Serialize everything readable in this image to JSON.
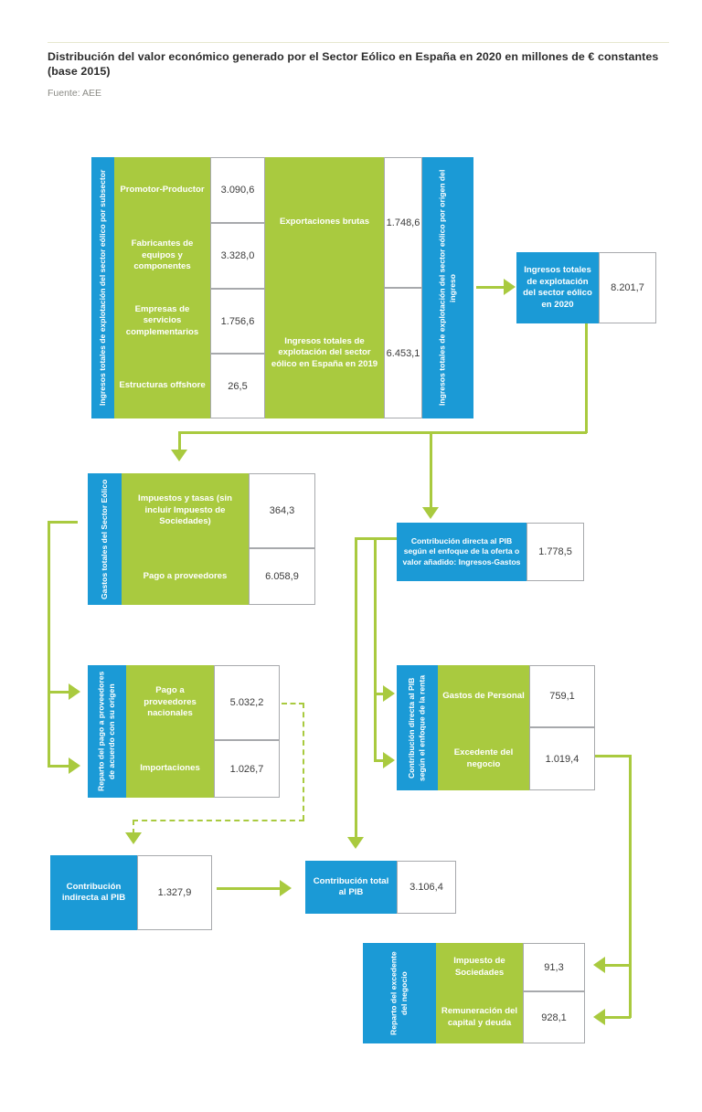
{
  "header": {
    "title": "Distribución del valor económico generado por el Sector Eólico en España en 2020 en millones de € constantes (base 2015)",
    "source": "Fuente: AEE"
  },
  "colors": {
    "blue": "#1B9AD6",
    "green": "#A9CA3F",
    "white": "#FFFFFF",
    "border": "#A7A9AC",
    "text_dark": "#2B2B2B",
    "text_muted": "#8A8A85"
  },
  "blocks": {
    "ingresos_subsector": {
      "label": "Ingresos totales de explotación del sector eólico por subsector",
      "rows": [
        {
          "name": "Promotor-Productor",
          "value": "3.090,6"
        },
        {
          "name": "Fabricantes de equipos y componentes",
          "value": "3.328,0"
        },
        {
          "name": "Empresas de servicios complementarios",
          "value": "1.756,6"
        },
        {
          "name": "Estructuras offshore",
          "value": "26,5"
        }
      ]
    },
    "ingresos_origen": {
      "label": "Ingresos totales de explotación del sector eólico por origen del ingreso",
      "rows": [
        {
          "name": "Exportaciones brutas",
          "value": "1.748,6"
        },
        {
          "name": "Ingresos totales de explotación del sector eólico en España en 2019",
          "value": "6.453,1"
        }
      ]
    },
    "ingresos_2020": {
      "label": "Ingresos totales de explotación del sector eólico en 2020",
      "value": "8.201,7"
    },
    "gastos_totales": {
      "label": "Gastos totales del Sector Eólico",
      "rows": [
        {
          "name": "Impuestos y tasas (sin incluir Impuesto de Sociedades)",
          "value": "364,3"
        },
        {
          "name": "Pago a proveedores",
          "value": "6.058,9"
        }
      ]
    },
    "contribucion_directa_oferta": {
      "label": "Contribución directa al PIB según el enfoque de la oferta o valor añadido: Ingresos-Gastos",
      "value": "1.778,5"
    },
    "reparto_pago_proveedores": {
      "label": "Reparto del pago a proveedores de acuerdo con su origen",
      "rows": [
        {
          "name": "Pago a proveedores nacionales",
          "value": "5.032,2"
        },
        {
          "name": "Importaciones",
          "value": "1.026,7"
        }
      ]
    },
    "contribucion_directa_renta": {
      "label": "Contribución directa al PIB según el enfoque de la renta",
      "rows": [
        {
          "name": "Gastos de Personal",
          "value": "759,1"
        },
        {
          "name": "Excedente del negocio",
          "value": "1.019,4"
        }
      ]
    },
    "contribucion_indirecta": {
      "label": "Contribución indirecta al PIB",
      "value": "1.327,9"
    },
    "contribucion_total": {
      "label": "Contribución total al PIB",
      "value": "3.106,4"
    },
    "reparto_excedente": {
      "label": "Reparto del excedente del negocio",
      "rows": [
        {
          "name": "Impuesto de Sociedades",
          "value": "91,3"
        },
        {
          "name": "Remuneración del capital y deuda",
          "value": "928,1"
        }
      ]
    }
  }
}
